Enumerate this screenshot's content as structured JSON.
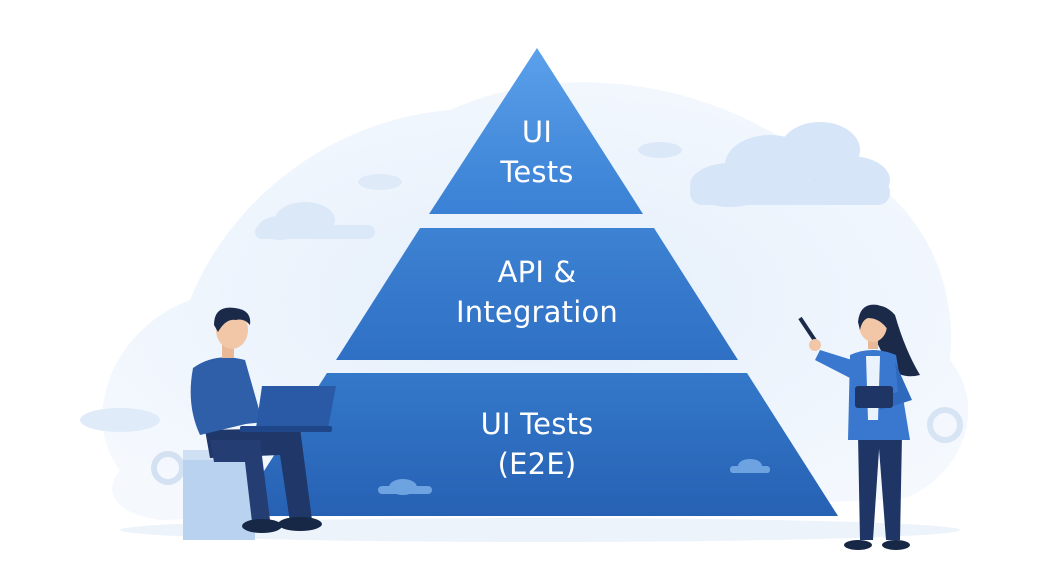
{
  "diagram": {
    "tiers": [
      {
        "id": "top",
        "line1": "UI",
        "line2": "Tests"
      },
      {
        "id": "middle",
        "line1": "API &",
        "line2": "Integration"
      },
      {
        "id": "bottom",
        "line1": "UI Tests",
        "line2": "(E2E)"
      }
    ]
  },
  "colors": {
    "tier_top": "#3f86d8",
    "tier_middle": "#3577cb",
    "tier_bottom": "#2c68be",
    "background_shape": "#e6f0fb",
    "cloud": "#d3e3f6",
    "shirt_man": "#2f5fa8",
    "pants": "#1e3566",
    "jacket_woman": "#3a78d0",
    "skin": "#f1c7a8",
    "hair": "#1c2a4a"
  },
  "figures": {
    "left_person": "man-with-laptop",
    "right_person": "woman-with-pointer-and-tablet"
  }
}
